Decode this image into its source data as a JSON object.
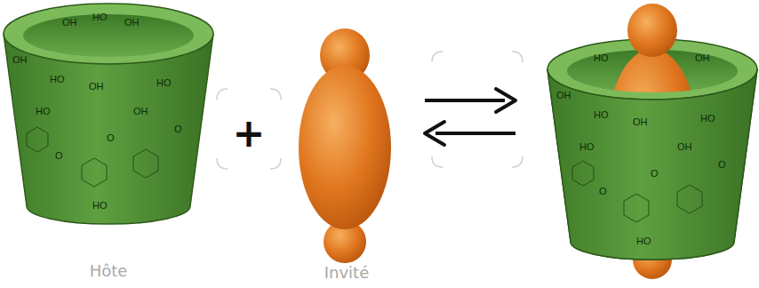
{
  "diagram": {
    "labels": [
      "+",
      "Hôte",
      "Invité",
      "OH",
      "HO",
      "OH",
      "OH",
      "HO",
      "OH",
      "HO",
      "OH",
      "O",
      "O",
      "O",
      "HO",
      "HO",
      "HO",
      "OH",
      "OH",
      "HO",
      "OH",
      "HO",
      "OH",
      "O",
      "O",
      "O",
      "HO",
      "HO"
    ]
  }
}
